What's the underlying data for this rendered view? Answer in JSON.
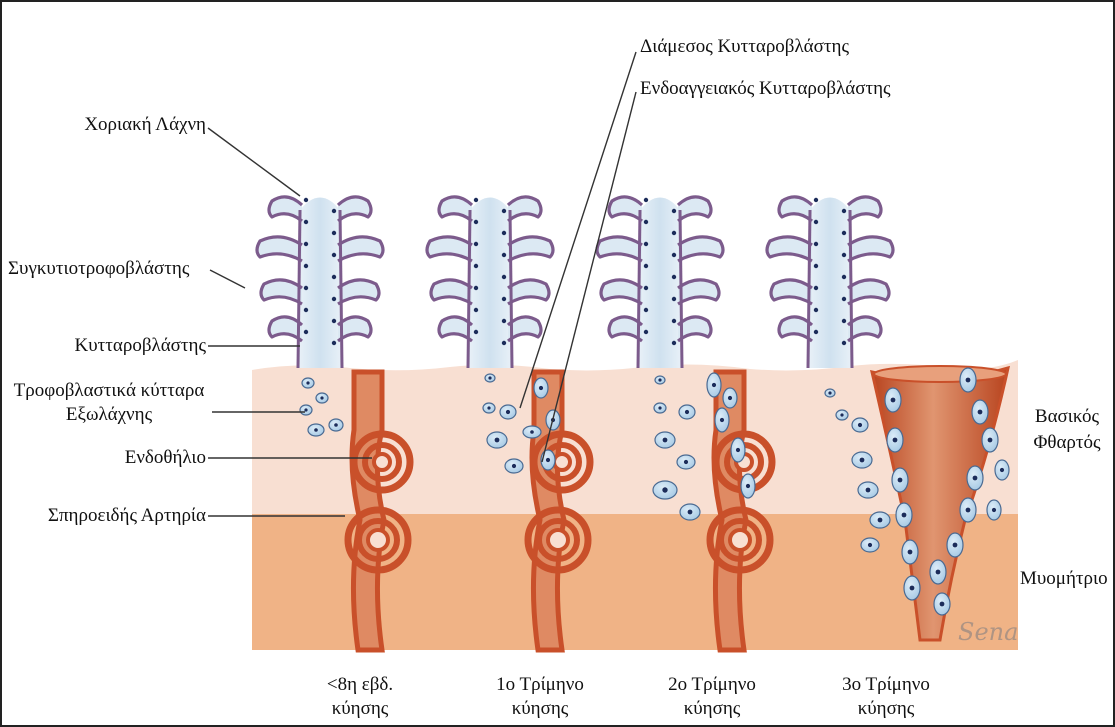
{
  "labels": {
    "interstitial_cytotrophoblast": "Διάμεσος Κυτταροβλάστης",
    "endovascular_cytotrophoblast": "Ενδοαγγειακός Κυτταροβλάστης",
    "chorionic_villus": "Χοριακή Λάχνη",
    "syncytiotrophoblast": "Συγκυτιοτροφοβλάστης",
    "cytotrophoblast": "Κυτταροβλάστης",
    "extravillous_line1": "Τροφοβλαστικά κύτταρα",
    "extravillous_line2": "Εξωλάχνης",
    "endothelium": "Ενδοθήλιο",
    "spiral_artery": "Σπηροειδής Αρτηρία",
    "decidua_line1": "Βασικός",
    "decidua_line2": "Φθαρτός",
    "myometrium": "Μυομήτριο"
  },
  "stages": [
    {
      "line1": "<8η εβδ.",
      "line2": "κύησης"
    },
    {
      "line1": "1ο Τρίμηνο",
      "line2": "κύησης"
    },
    {
      "line1": "2ο Τρίμηνο",
      "line2": "κύησης"
    },
    {
      "line1": "3ο Τρίμηνο",
      "line2": "κύησης"
    }
  ],
  "signature": "Sena",
  "colors": {
    "decidua": "#f8dfd2",
    "myometrium": "#f0b386",
    "artery": "#c9502a",
    "artery_light": "#df8a63",
    "villus_fill": "#dce9f3",
    "villus_border": "#7c5b8c",
    "trophoblast_cell": "#b5d4ec",
    "nucleus": "#1c2c5a"
  }
}
